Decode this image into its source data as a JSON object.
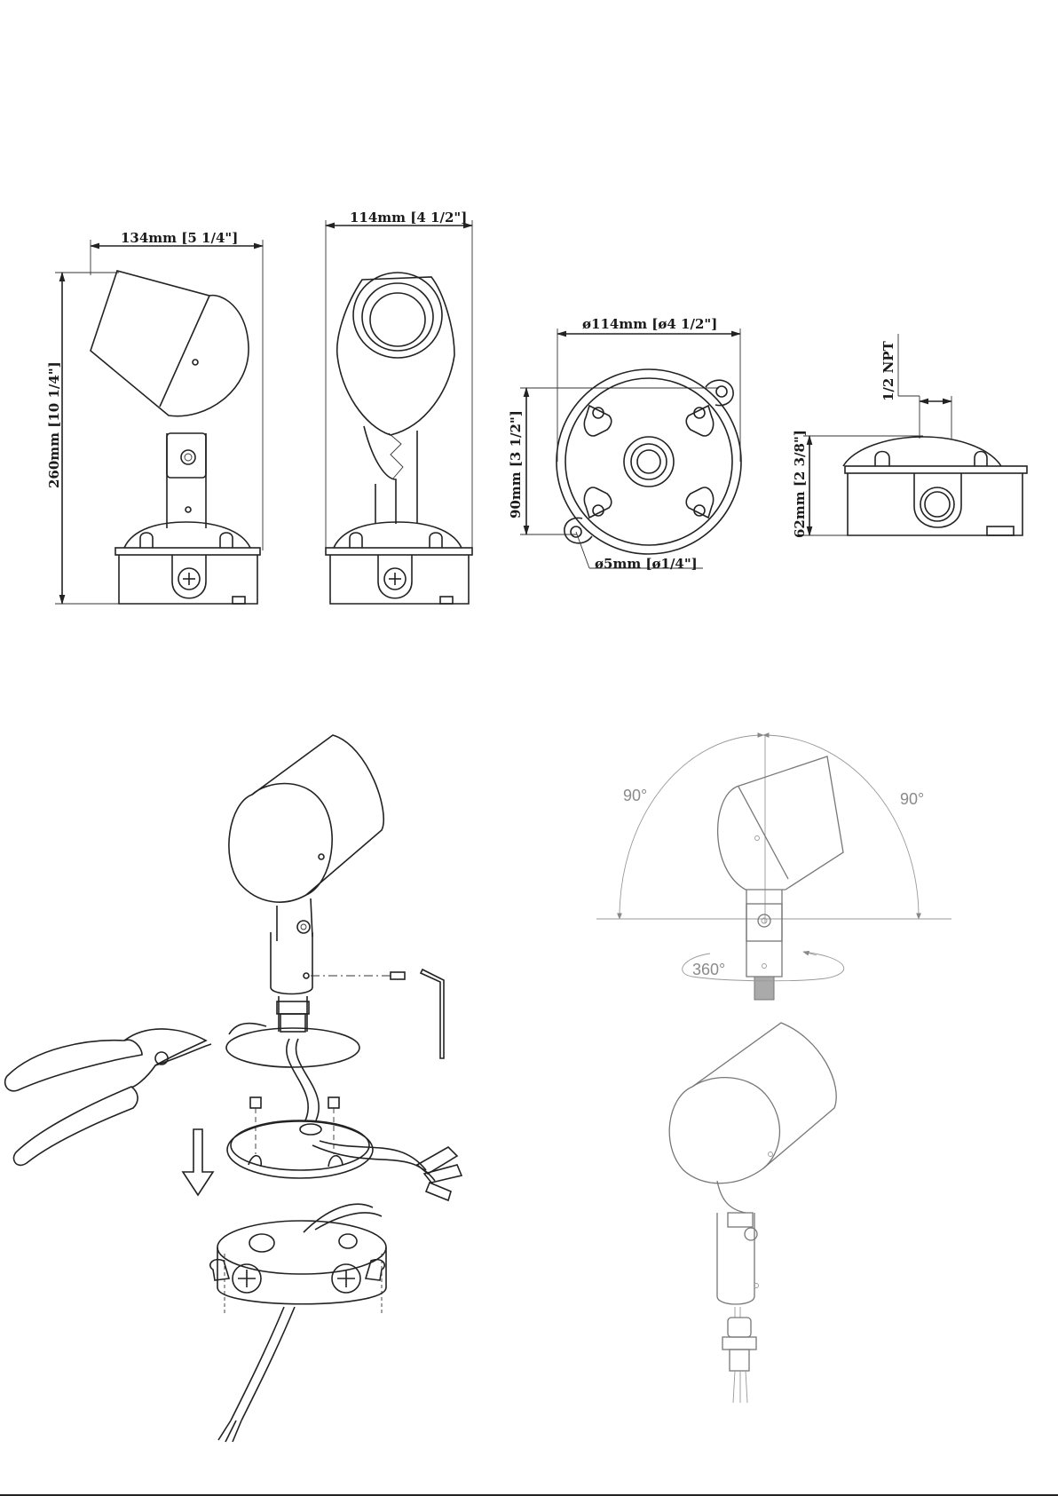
{
  "dimensions": {
    "side_width": "134mm [5 1/4\"]",
    "side_height": "260mm [10 1/4\"]",
    "front_width": "114mm [4 1/2\"]",
    "box_diameter": "ø114mm [ø4 1/2\"]",
    "box_hole_spacing": "90mm [3 1/2\"]",
    "mount_hole": "ø5mm [ø1/4\"]",
    "thread": "1/2 NPT",
    "box_height": "62mm [2 3/8\"]"
  },
  "rotation": {
    "tilt_left": "90°",
    "tilt_right": "90°",
    "swivel": "360°"
  }
}
